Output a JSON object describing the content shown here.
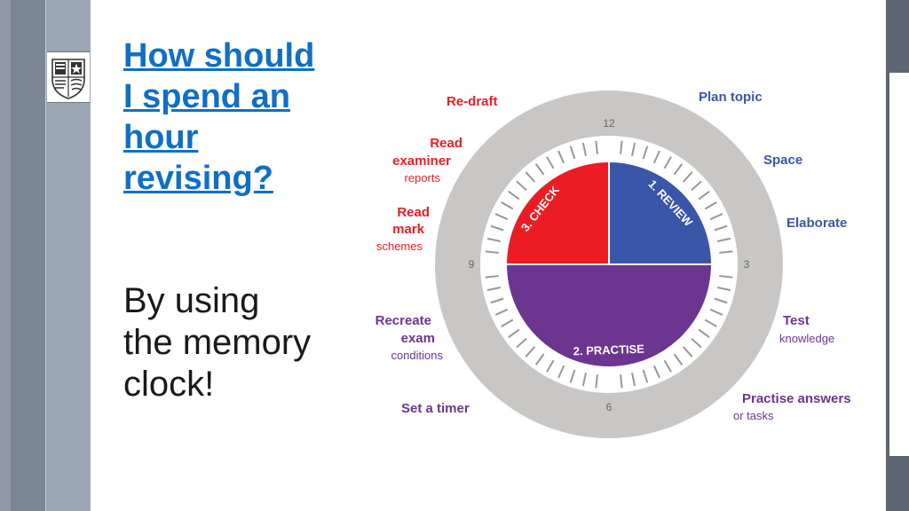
{
  "slide": {
    "title": "How should I spend an hour revising?",
    "subtitle": "By using the memory clock!"
  },
  "clock": {
    "hour_labels": {
      "twelve": "12",
      "three": "3",
      "six": "6",
      "nine": "9"
    },
    "segments": {
      "review": "1. REVIEW",
      "practise": "2. PRACTISE",
      "check": "3. CHECK"
    },
    "review_labels": {
      "plan_topic": "Plan topic",
      "space": "Space",
      "elaborate": "Elaborate"
    },
    "practise_labels": {
      "test": "Test",
      "knowledge": "knowledge",
      "practise_answers": "Practise answers",
      "or_tasks": "or tasks",
      "set_a_timer": "Set a timer",
      "recreate": "Recreate",
      "exam": "exam",
      "conditions": "conditions"
    },
    "check_labels": {
      "read_mark_1": "Read",
      "read_mark_2": "mark",
      "schemes": "schemes",
      "read_examiner_1": "Read",
      "read_examiner_2": "examiner",
      "reports": "reports",
      "re_draft": "Re-draft"
    },
    "colors": {
      "review": "#3a56a8",
      "practise": "#6b3590",
      "check": "#ed1c24",
      "ring": "#c9c6c6",
      "dial": "#ffffff"
    }
  }
}
